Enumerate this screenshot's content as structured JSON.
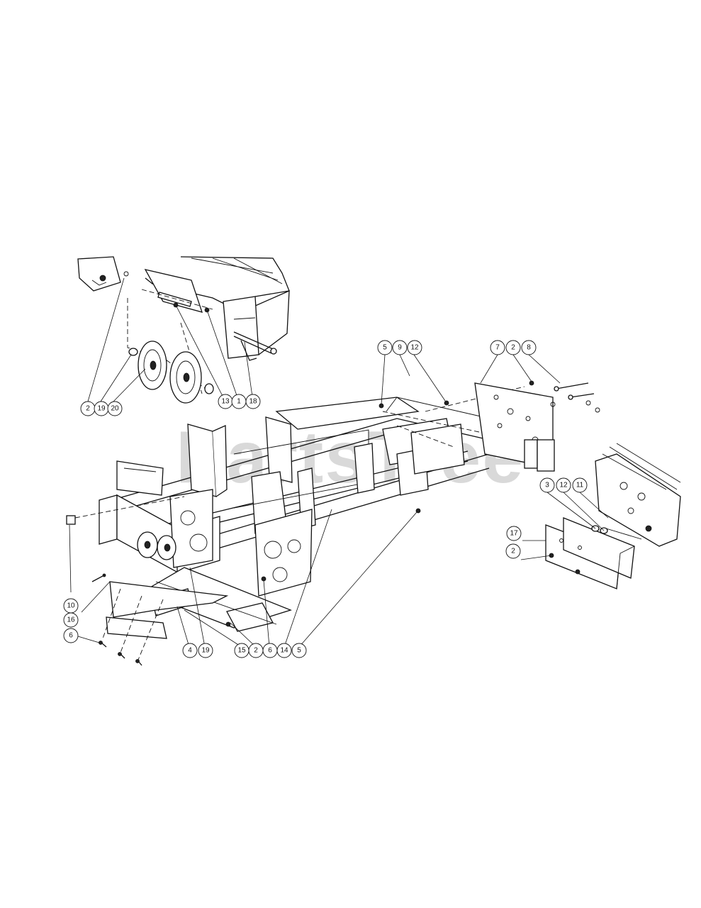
{
  "watermark": {
    "text": "PartsTree",
    "trademark": "TM"
  },
  "callouts": [
    {
      "label": "2"
    },
    {
      "label": "19"
    },
    {
      "label": "20"
    },
    {
      "label": "13"
    },
    {
      "label": "1"
    },
    {
      "label": "18"
    },
    {
      "label": "5"
    },
    {
      "label": "9"
    },
    {
      "label": "12"
    },
    {
      "label": "7"
    },
    {
      "label": "2"
    },
    {
      "label": "8"
    },
    {
      "label": "3"
    },
    {
      "label": "12"
    },
    {
      "label": "11"
    },
    {
      "label": "17"
    },
    {
      "label": "2"
    },
    {
      "label": "10"
    },
    {
      "label": "16"
    },
    {
      "label": "6"
    },
    {
      "label": "4"
    },
    {
      "label": "19"
    },
    {
      "label": "15"
    },
    {
      "label": "2"
    },
    {
      "label": "6"
    },
    {
      "label": "14"
    },
    {
      "label": "5"
    }
  ]
}
